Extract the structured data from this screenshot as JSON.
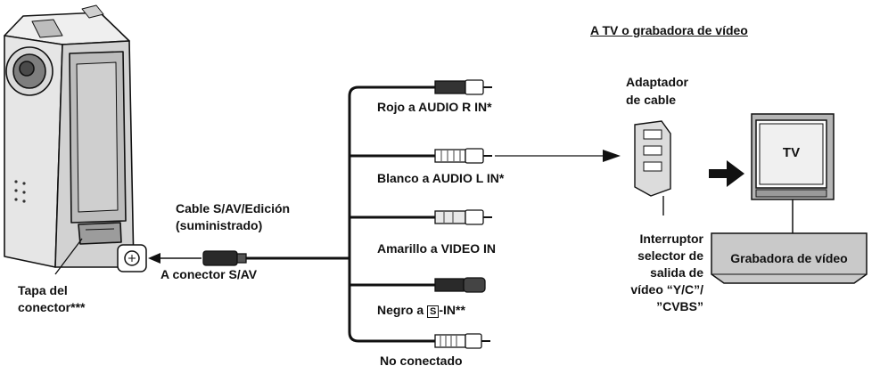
{
  "heading_destination": "A TV o grabadora de vídeo",
  "camera": {
    "connector_cover_label_1": "Tapa del",
    "connector_cover_label_2": "conector***",
    "jack_label": "A conector S/AV"
  },
  "cable": {
    "name_line_1": "Cable S/AV/Edición",
    "name_line_2": "(suministrado)"
  },
  "plugs": [
    {
      "label": "Rojo a AUDIO R IN*"
    },
    {
      "label": "Blanco a AUDIO L IN*"
    },
    {
      "label": "Amarillo a VIDEO IN"
    },
    {
      "label_prefix": "Negro a ",
      "label_box": "S",
      "label_suffix": "-IN**"
    },
    {
      "label": "No conectado"
    }
  ],
  "adapter": {
    "label_1": "Adaptador",
    "label_2": "de cable",
    "switch_1": "Interruptor",
    "switch_2": "selector de",
    "switch_3": "salida de",
    "switch_4": "vídeo “Y/C”/",
    "switch_5": "”CVBS”"
  },
  "tv": {
    "label": "TV"
  },
  "vcr": {
    "label": "Grabadora de vídeo"
  },
  "colors": {
    "line": "#111111",
    "body_light": "#e0e0e0",
    "body_mid": "#c4c4c4",
    "body_dark": "#8c8c8c"
  }
}
